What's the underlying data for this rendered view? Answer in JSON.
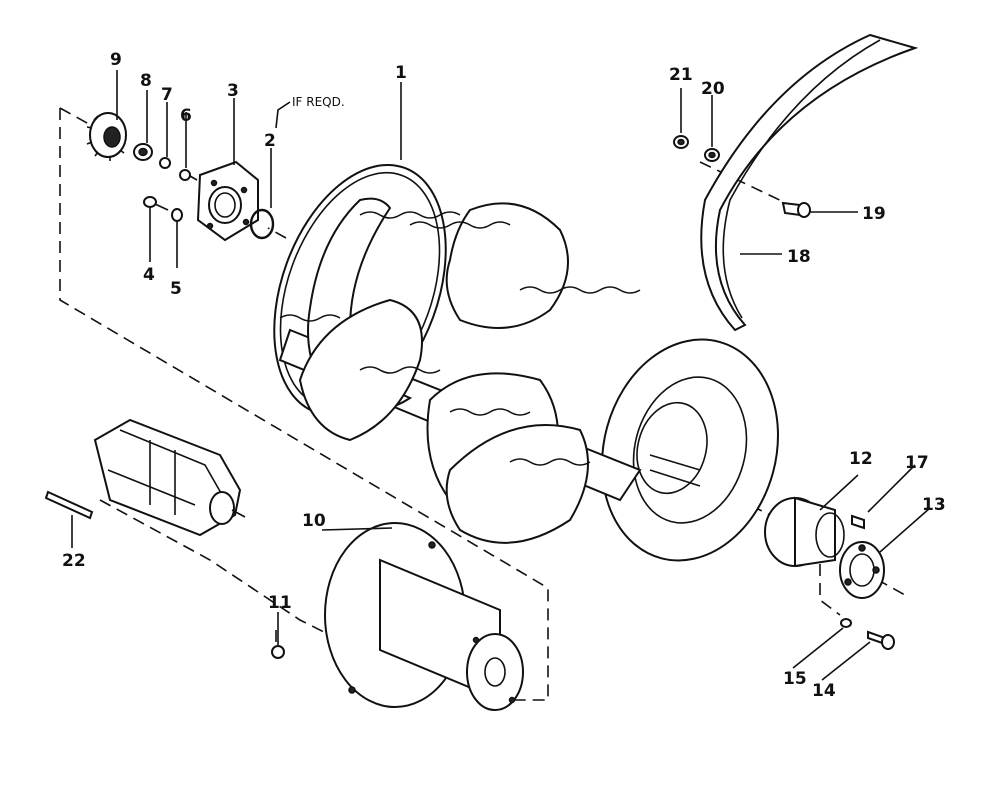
{
  "labels": {
    "l1": "1",
    "l2": "2",
    "l3": "3",
    "l4": "4",
    "l5": "5",
    "l6": "6",
    "l7": "7",
    "l8": "8",
    "l9": "9",
    "l10": "10",
    "l11": "11",
    "l12": "12",
    "l13": "13",
    "l14": "14",
    "l15": "15",
    "l17": "17",
    "l18": "18",
    "l19": "19",
    "l20": "20",
    "l21": "21",
    "l22": "22"
  },
  "note_if_reqd": "IF REQD."
}
